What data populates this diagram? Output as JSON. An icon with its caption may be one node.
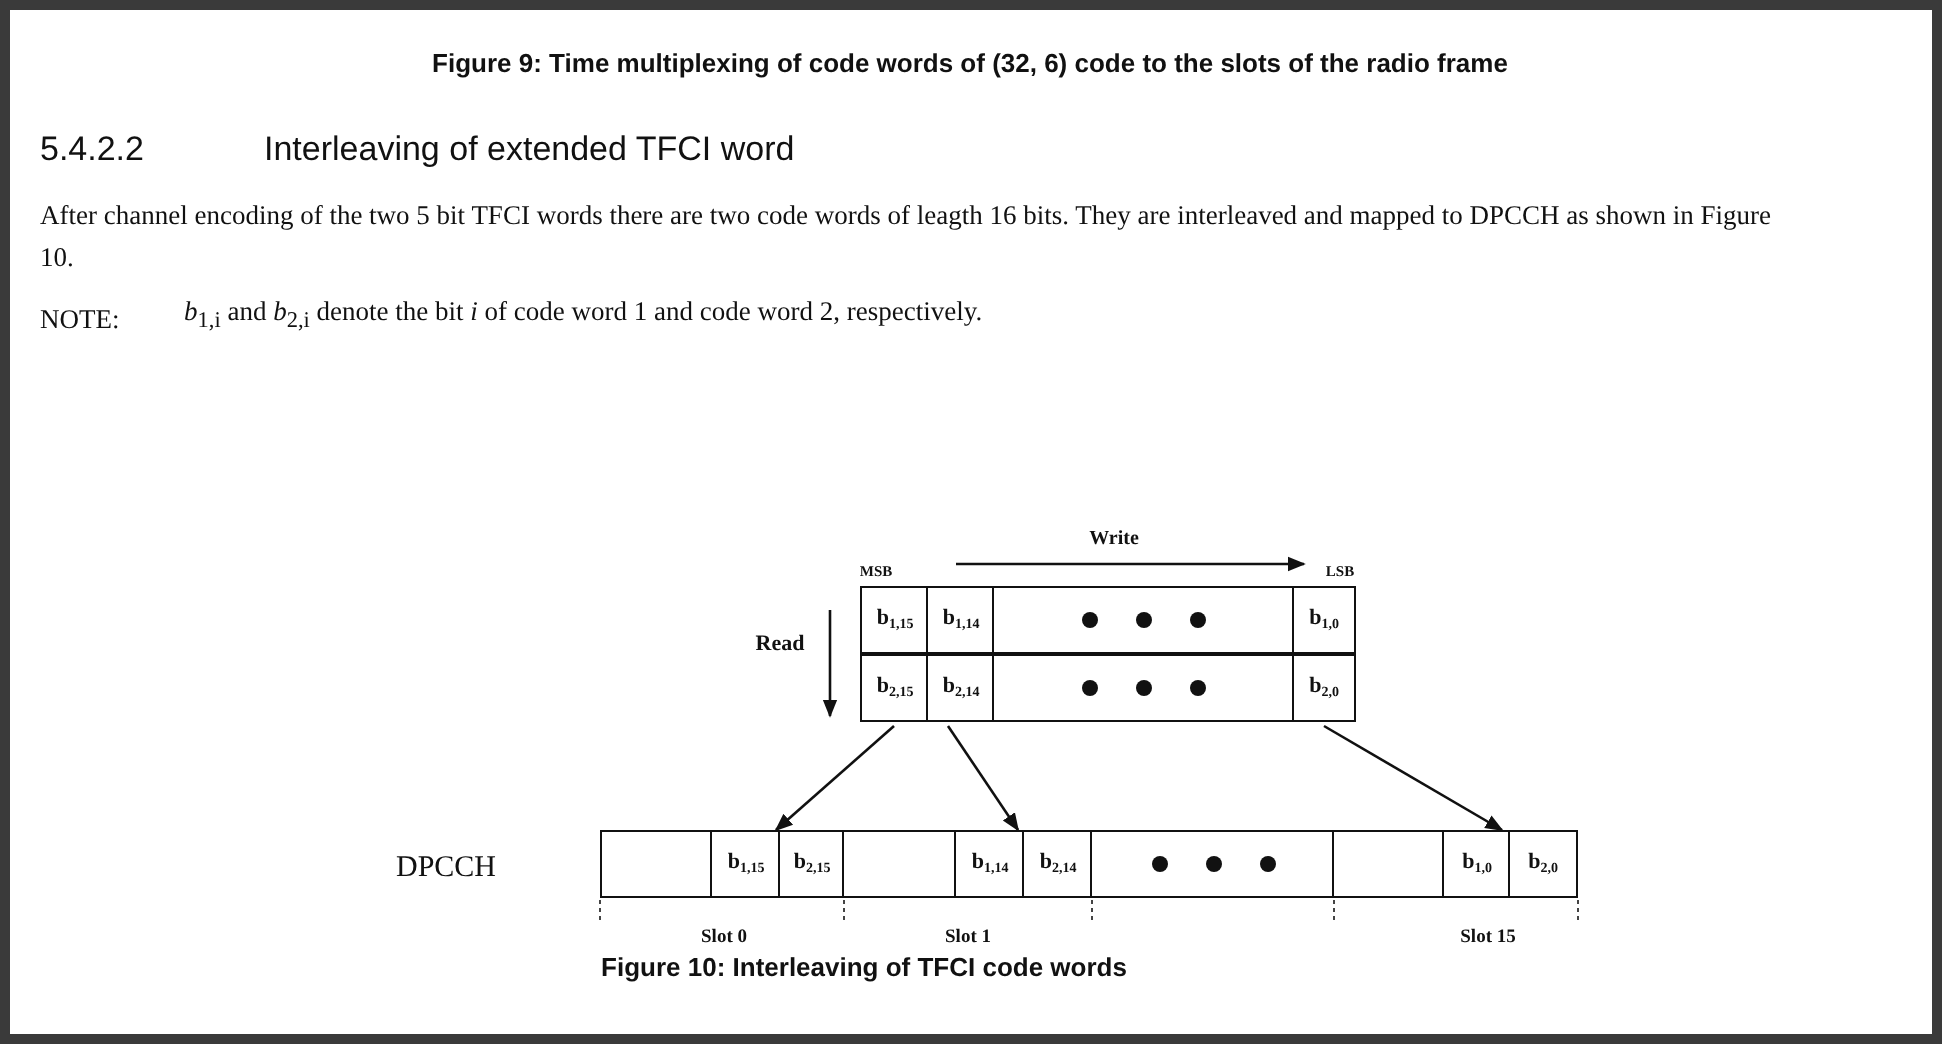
{
  "diagram": {
    "caption": "Figure 10: Interleaving of TFCI code words",
    "nodes": [
      {
        "text": [
          "b$_{1,15}$"
        ]
      },
      {
        "text": [
          "b$_{1,14}$"
        ]
      },
      {
        "text": [],
        "shape": "box"
      },
      {
        "text": [
          "b$_{1,0}$"
        ]
      },
      {
        "text": [
          "b$_{2,15}$"
        ]
      },
      {
        "text": [
          "b$_{2,14}$"
        ]
      },
      {
        "text": [],
        "shape": "box"
      },
      {
        "text": [
          "b$_{2,0}$"
        ]
      },
      {
        "text": [],
        "shape": "box"
      },
      {
        "text": [
          "b$_{1,15}$"
        ]
      },
      {
        "text": [
          "b$_{2,15}$"
        ]
      },
      {
        "text": [],
        "shape": "box"
      },
      {
        "text": [
          "b$_{1,14}$"
        ]
      },
      {
        "text": [
          "b$_{2,14}$"
        ]
      },
      {
        "text": [],
        "shape": "box"
      },
      {
        "text": [],
        "shape": "box"
      },
      {
        "text": [
          "b$_{1,0}$"
        ]
      },
      {
        "text": [
          "b$_{2,0}$"
        ]
      }
    ],
    "edges": [
      {
        "from": 4,
        "to": 9,
        "arrow": "to"
      },
      {
        "from": 5,
        "to": 12,
        "arrow": "to"
      },
      {
        "from": 7,
        "to": 16,
        "arrow": "to"
      }
    ],
    "labels": [
      "Figure 9: Time multiplexing of code words of (32, 6) code to the slots of the radio frame",
      "5.4.2.2",
      "Interleaving of extended TFCI word",
      "After channel encoding of the two 5 bit TFCI words there are two code words of leagth 16 bits. They are interleaved and mapped to DPCCH as shown in Figure 10.",
      "NOTE:",
      "*b*$_{1,i}$ and *b*$_{2,i}$ denote the bit *i* of code word 1 and code word 2, respectively.",
      "Write",
      "MSB",
      "LSB",
      "Read",
      "DPCCH",
      "Slot 0",
      "Slot 1",
      "Slot 15"
    ]
  }
}
